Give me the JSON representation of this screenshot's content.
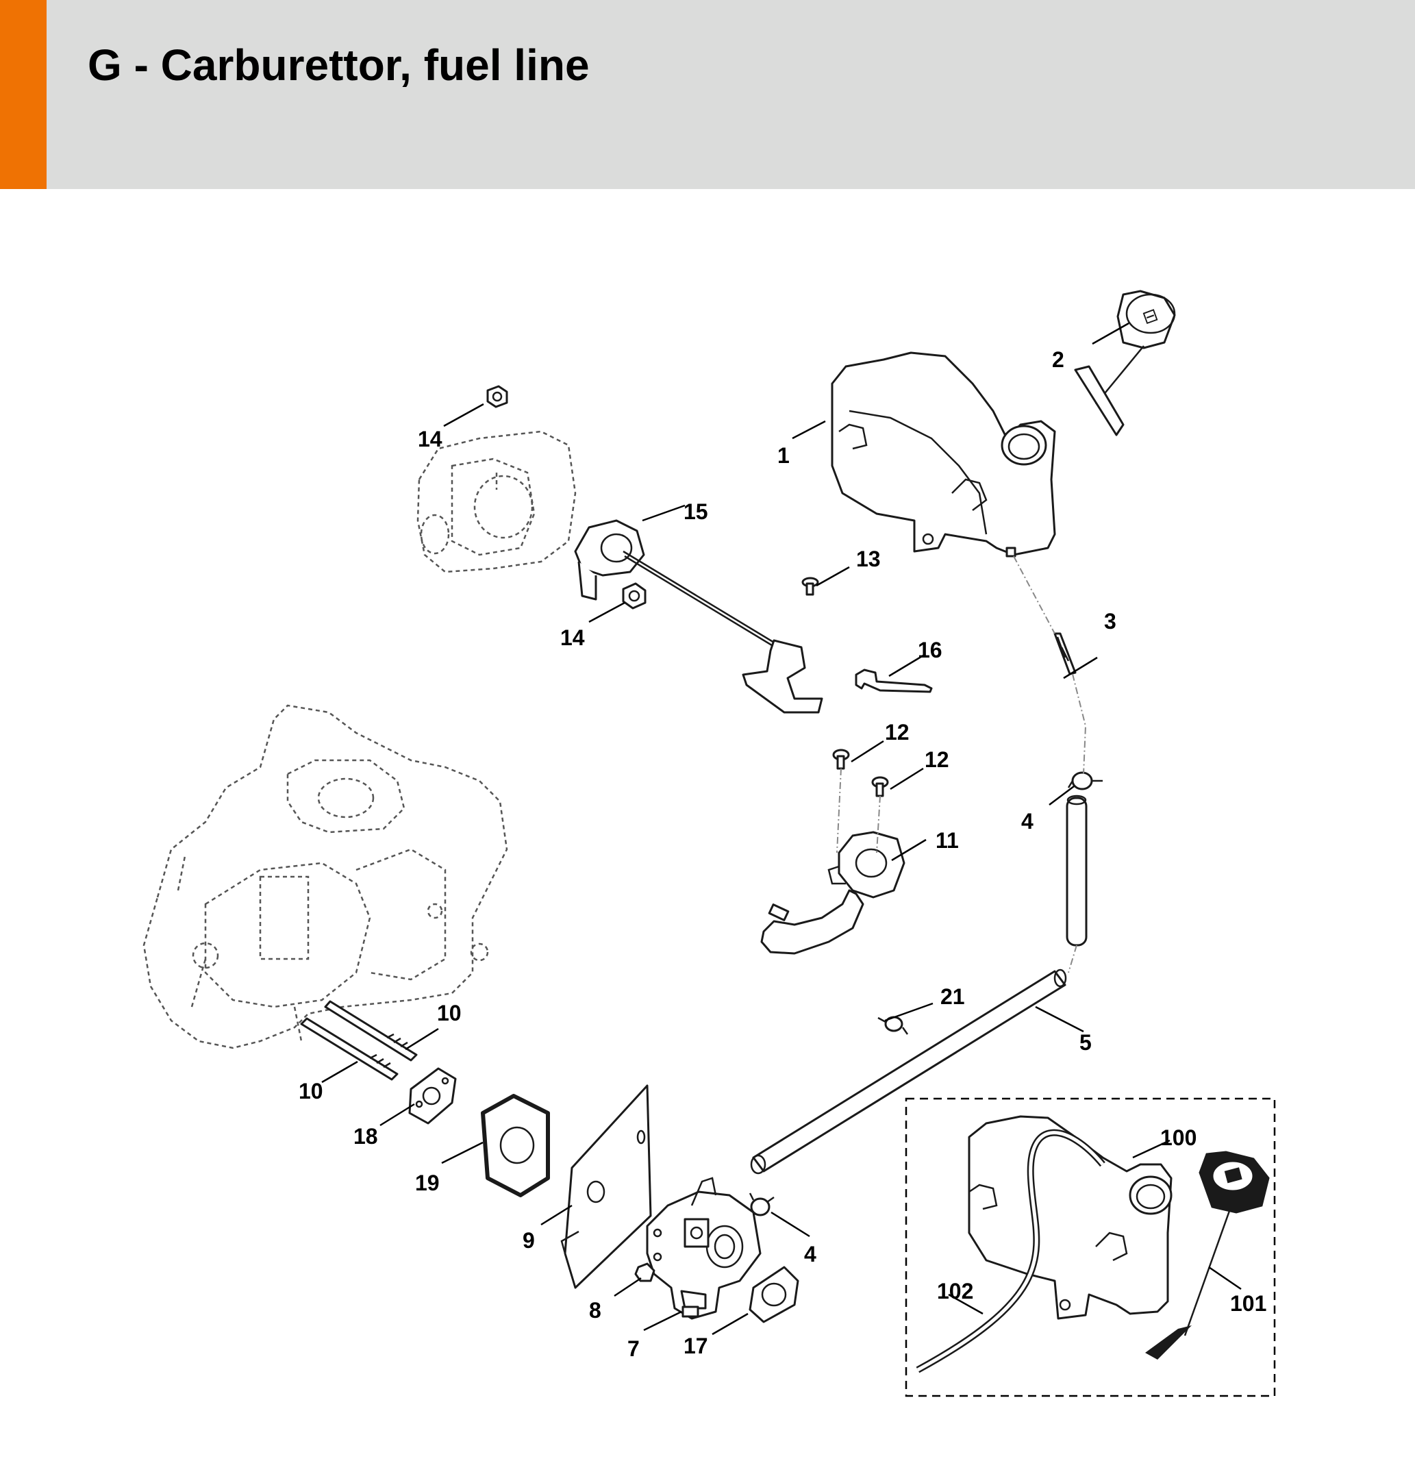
{
  "header": {
    "title": "G - Carburettor, fuel line",
    "accent_color": "#ef7203",
    "band_color": "#dbdcdb"
  },
  "diagram": {
    "callouts": [
      {
        "id": "c1",
        "label": "1"
      },
      {
        "id": "c2",
        "label": "2"
      },
      {
        "id": "c3",
        "label": "3"
      },
      {
        "id": "c4a",
        "label": "4"
      },
      {
        "id": "c4b",
        "label": "4"
      },
      {
        "id": "c5",
        "label": "5"
      },
      {
        "id": "c7",
        "label": "7"
      },
      {
        "id": "c8",
        "label": "8"
      },
      {
        "id": "c9",
        "label": "9"
      },
      {
        "id": "c10a",
        "label": "10"
      },
      {
        "id": "c10b",
        "label": "10"
      },
      {
        "id": "c11",
        "label": "11"
      },
      {
        "id": "c12a",
        "label": "12"
      },
      {
        "id": "c12b",
        "label": "12"
      },
      {
        "id": "c13",
        "label": "13"
      },
      {
        "id": "c14a",
        "label": "14"
      },
      {
        "id": "c14b",
        "label": "14"
      },
      {
        "id": "c15",
        "label": "15"
      },
      {
        "id": "c16",
        "label": "16"
      },
      {
        "id": "c17",
        "label": "17"
      },
      {
        "id": "c18",
        "label": "18"
      },
      {
        "id": "c19",
        "label": "19"
      },
      {
        "id": "c21",
        "label": "21"
      },
      {
        "id": "c100",
        "label": "100"
      },
      {
        "id": "c101",
        "label": "101"
      },
      {
        "id": "c102",
        "label": "102"
      }
    ]
  }
}
